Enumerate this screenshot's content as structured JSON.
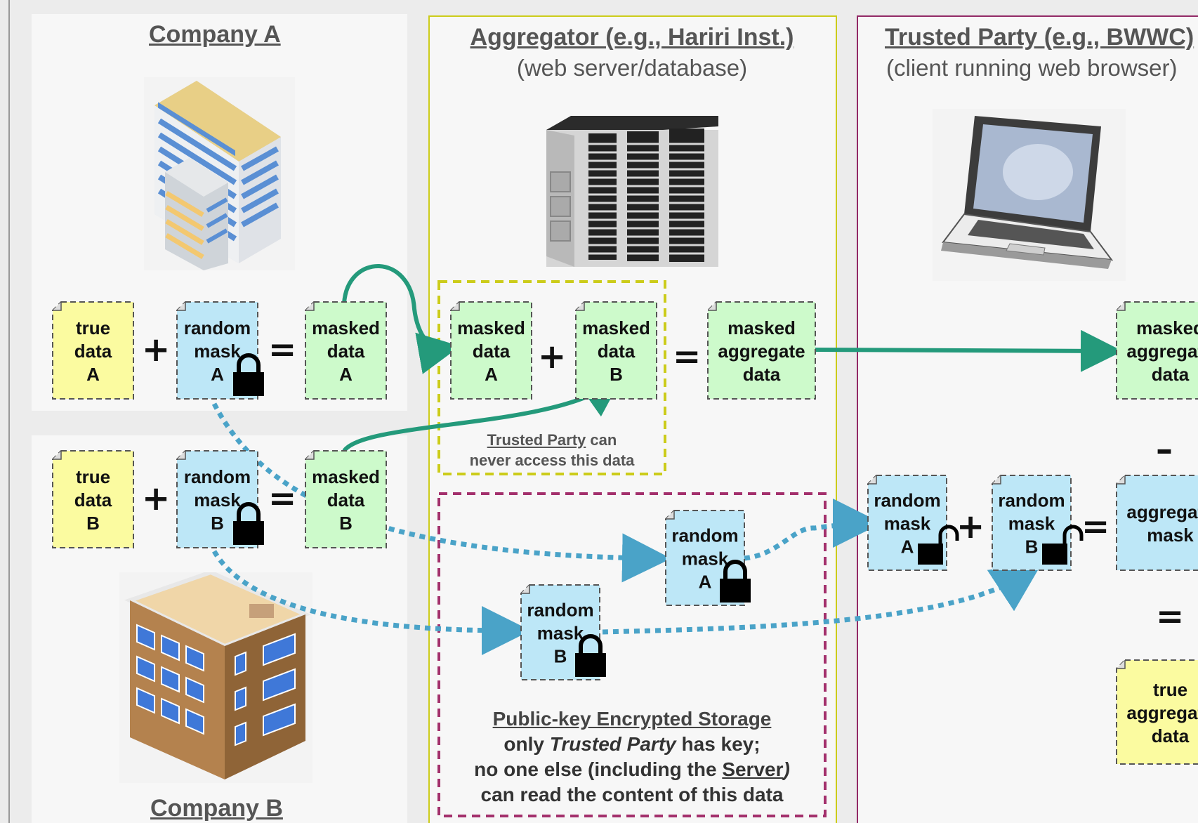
{
  "company_a": {
    "title": "Company A"
  },
  "company_b": {
    "title": "Company B"
  },
  "aggregator": {
    "title": "Aggregator (e.g., Hariri Inst.)",
    "subtitle": "(web server/database)"
  },
  "trusted_party": {
    "title": "Trusted Party (e.g., BWWC)",
    "subtitle": "(client running web browser)"
  },
  "cards": {
    "true_a": [
      "true",
      "data",
      "A"
    ],
    "mask_a": [
      "random",
      "mask",
      "A"
    ],
    "masked_a": [
      "masked",
      "data",
      "A"
    ],
    "true_b": [
      "true",
      "data",
      "B"
    ],
    "mask_b": [
      "random",
      "mask",
      "B"
    ],
    "masked_b": [
      "masked",
      "data",
      "B"
    ],
    "agg_masked_a": [
      "masked",
      "data",
      "A"
    ],
    "agg_masked_b": [
      "masked",
      "data",
      "B"
    ],
    "masked_aggregate": [
      "masked",
      "aggregate",
      "data"
    ],
    "stored_mask_a": [
      "random",
      "mask",
      "A"
    ],
    "stored_mask_b": [
      "random",
      "mask",
      "B"
    ],
    "tp_masked_aggregate": [
      "masked",
      "aggregate",
      "data"
    ],
    "tp_mask_a": [
      "random",
      "mask",
      "A"
    ],
    "tp_mask_b": [
      "random",
      "mask",
      "B"
    ],
    "aggregate_mask": [
      "aggregate",
      "mask"
    ],
    "true_aggregate": [
      "true",
      "aggregate",
      "data"
    ]
  },
  "operators": {
    "plus": "+",
    "equals": "=",
    "minus": "–"
  },
  "masked_zone_note": {
    "line1_underlined": "Trusted Party",
    "line1_rest": " can",
    "line2": "never access this data"
  },
  "storage": {
    "title": "Public-key Encrypted Storage",
    "line2_pre": "only ",
    "line2_italic": "Trusted Party",
    "line2_post": " has key;",
    "line3_pre": "no one else (including the ",
    "line3_underlined": "Server",
    "line3_post": ")",
    "line4": "can read the content of this data"
  },
  "colors": {
    "yellow_card": "#fbfba0",
    "blue_card": "#bde7f7",
    "green_card": "#cdfacb",
    "green_arrow": "#249a7b",
    "blue_arrow": "#4aa3c8",
    "aggregator_border": "#cccc1a",
    "trusted_border": "#922a66"
  }
}
